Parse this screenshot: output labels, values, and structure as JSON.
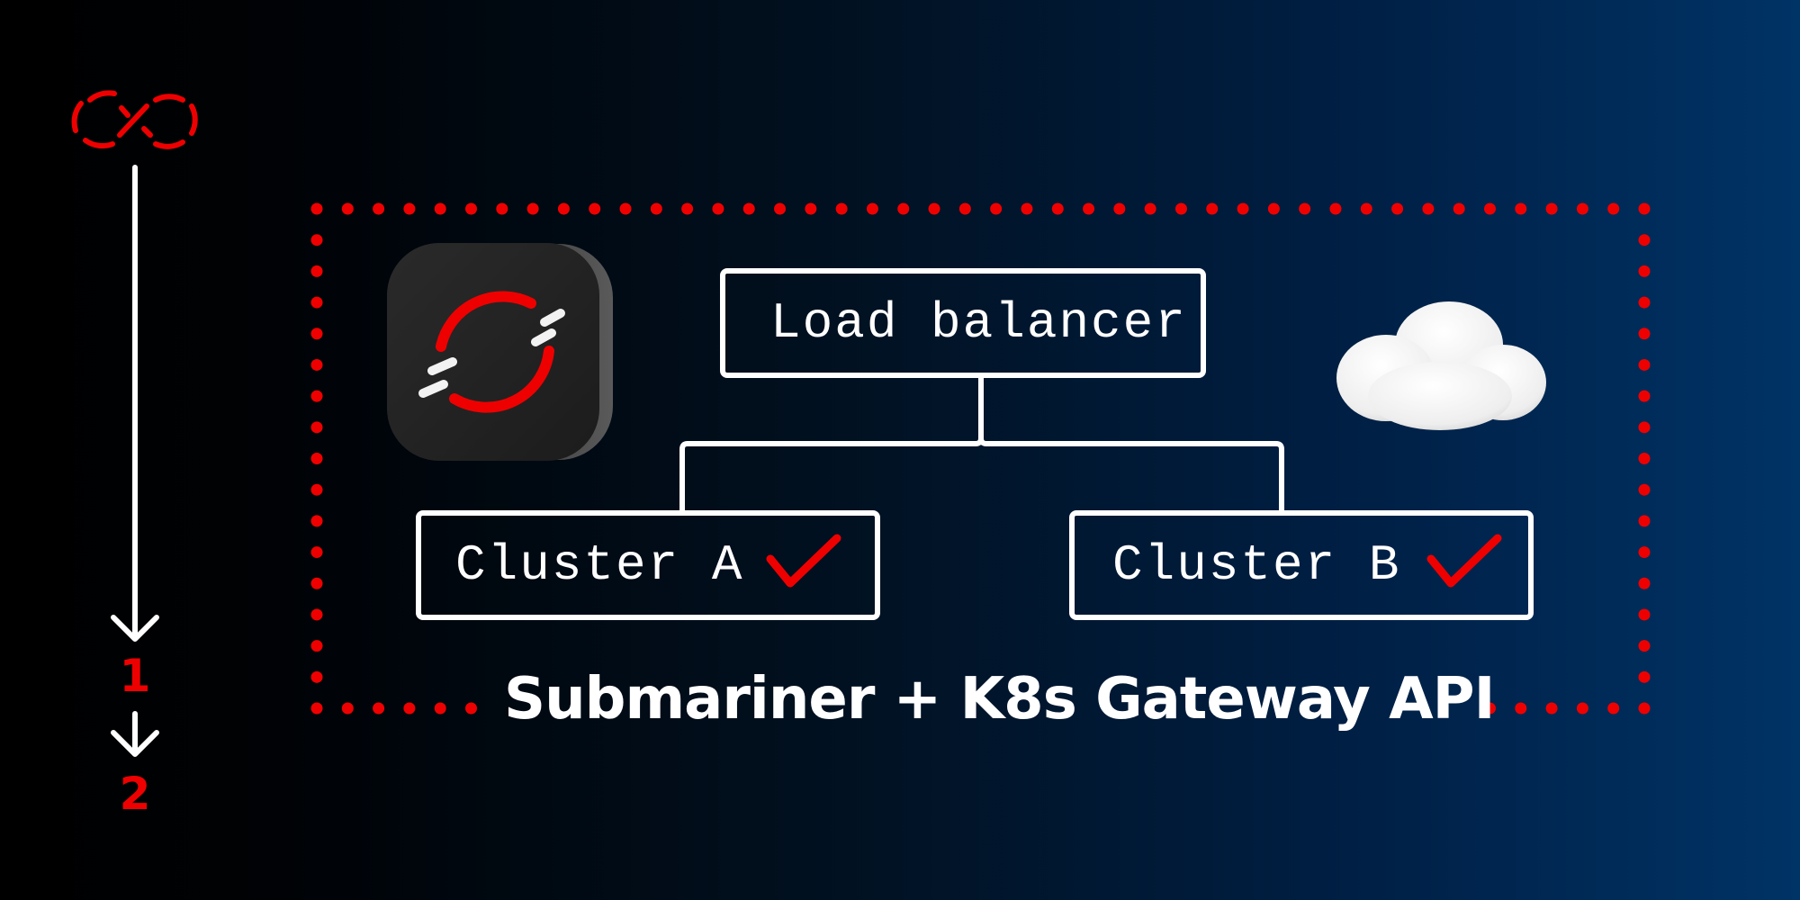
{
  "colors": {
    "accent_red": "#ee0000",
    "line_white": "#ffffff",
    "bg_left": "#000000",
    "bg_right": "#003366"
  },
  "left_rail": {
    "top_icon": "infinity-broken-icon",
    "steps": [
      {
        "label": "1",
        "icon": "arrow-down-icon"
      },
      {
        "label": "2",
        "icon": "arrow-down-icon"
      }
    ]
  },
  "diagram": {
    "logo_icon": "openshift-app-icon",
    "cloud_icon": "cloud-icon",
    "load_balancer": {
      "label": "Load balancer"
    },
    "clusters": [
      {
        "label": "Cluster A",
        "status_icon": "checkmark-icon",
        "status": "healthy"
      },
      {
        "label": "Cluster B",
        "status_icon": "checkmark-icon",
        "status": "healthy"
      }
    ],
    "boundary_style": "dotted-red",
    "title": "Submariner + K8s Gateway API"
  }
}
